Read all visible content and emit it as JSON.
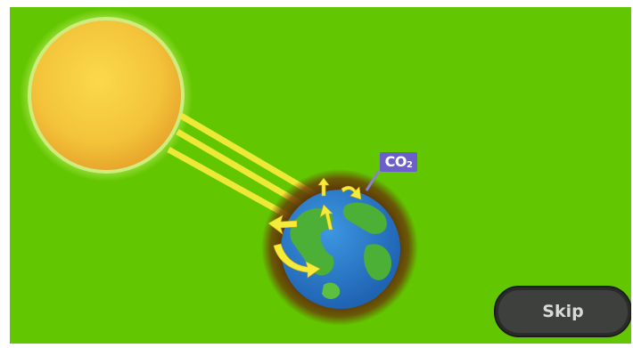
{
  "scene": {
    "background_color": "#62c700",
    "sun": {
      "icon": "sun-icon",
      "color": "#f5c832"
    },
    "earth": {
      "icon": "earth-icon",
      "ocean_color": "#2a7fcf",
      "land_color": "#4caf36"
    },
    "atmosphere": {
      "color": "#6b3d08"
    },
    "sunlight_rays": {
      "color": "#f6ea3a",
      "count": 3
    },
    "reflected_arrows": {
      "color": "#f6ea3a"
    },
    "co2_label": {
      "main": "CO",
      "sub": "2",
      "background": "#6b5fc9"
    }
  },
  "controls": {
    "skip_label": "Skip"
  }
}
